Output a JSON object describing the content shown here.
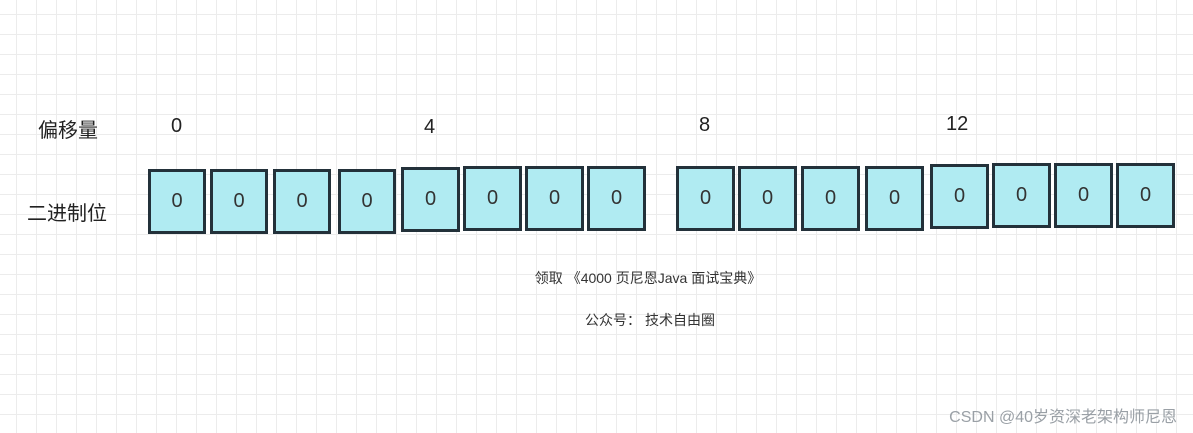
{
  "labels": {
    "offset": "偏移量",
    "binary_bits": "二进制位"
  },
  "offsets": [
    "0",
    "4",
    "8",
    "12"
  ],
  "bits": [
    "0",
    "0",
    "0",
    "0",
    "0",
    "0",
    "0",
    "0",
    "0",
    "0",
    "0",
    "0",
    "0",
    "0",
    "0",
    "0"
  ],
  "captions": {
    "line1": "领取 《4000 页尼恩Java 面试宝典》",
    "line2": "公众号： 技术自由圈"
  },
  "watermark": "CSDN @40岁资深老架构师尼恩",
  "colors": {
    "cell_fill": "#b0ebf2",
    "cell_border": "#23313a",
    "grid": "#ececec"
  }
}
